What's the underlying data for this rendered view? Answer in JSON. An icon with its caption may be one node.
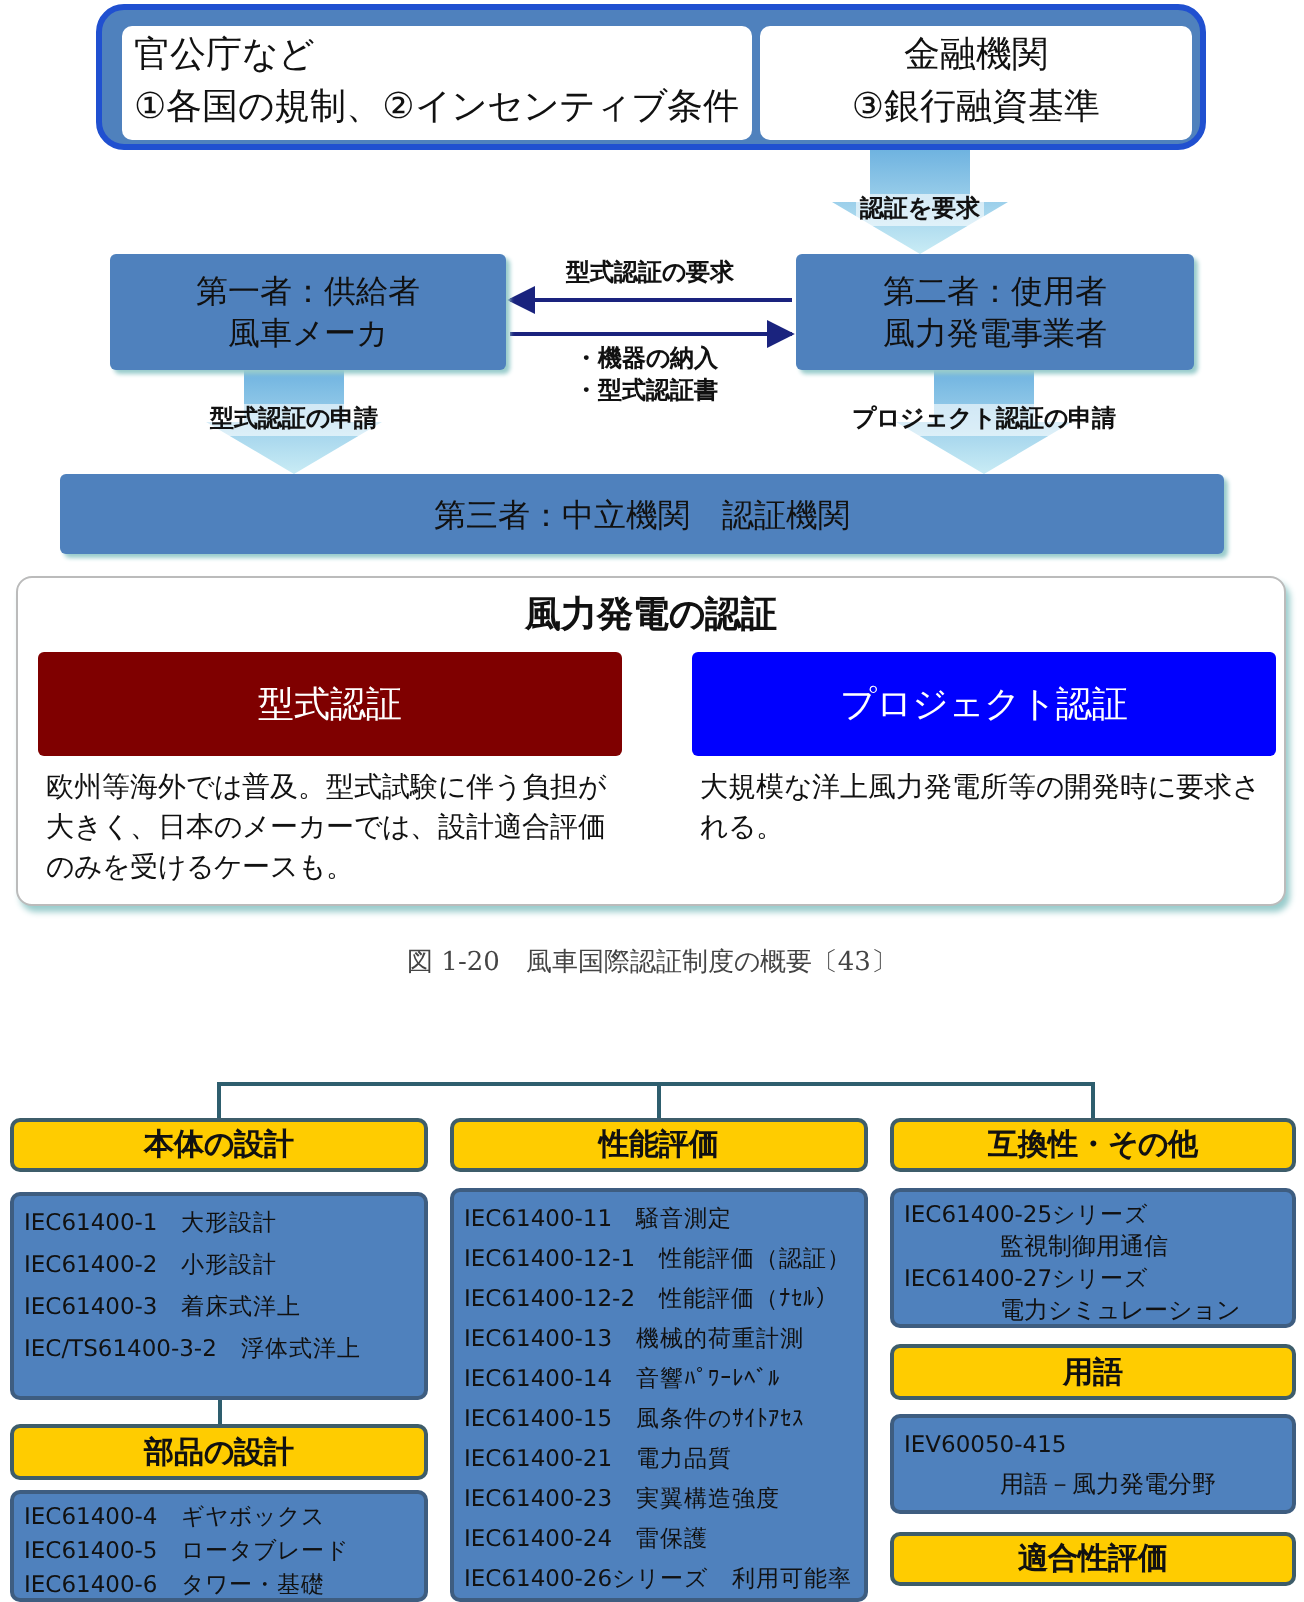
{
  "diagram": {
    "caption": "図 1-20　風車国際認証制度の概要〔43〕",
    "nodes": [
      {
        "text": [],
        "shape": "box"
      },
      {
        "text": [
          "官公庁など",
          "①各国の規制、②インセンティブ条件"
        ],
        "in": 0
      },
      {
        "text": [
          "金融機関",
          "③銀行融資基準"
        ],
        "in": 0
      },
      {
        "text": [
          "第一者：供給者",
          "風車メーカ"
        ]
      },
      {
        "text": [
          "第二者：使用者",
          "風力発電事業者"
        ]
      },
      {
        "text": [
          "第三者：中立機関　認証機関"
        ]
      },
      {
        "text": [
          "風力発電の認証"
        ]
      },
      {
        "text": [
          "型式認証"
        ],
        "in": 6,
        "beside": [
          "欧州等海外では普及。型式試験に伴う負担が大きく、日本のメーカーでは、設計適合評価のみを受けるケースも。"
        ]
      },
      {
        "text": [
          "プロジェクト認証"
        ],
        "in": 6,
        "beside": [
          "大規模な洋上風力発電所等の開発時に要求される。"
        ]
      },
      {
        "text": [
          "本体の設計"
        ]
      },
      {
        "text": [
          "IEC61400-1　大形設計",
          "IEC61400-2　小形設計",
          "IEC61400-3　着床式洋上",
          "IEC/TS61400-3-2　浮体式洋上"
        ]
      },
      {
        "text": [
          "部品の設計"
        ]
      },
      {
        "text": [
          "IEC61400-4　ギヤボックス",
          "IEC61400-5　ロータブレード",
          "IEC61400-6　タワー・基礎"
        ]
      },
      {
        "text": [
          "性能評価"
        ]
      },
      {
        "text": [
          "IEC61400-11　騒音測定",
          "IEC61400-12-1　性能評価（認証）",
          "IEC61400-12-2　性能評価（ﾅｾﾙ）",
          "IEC61400-13　機械的荷重計測",
          "IEC61400-14　音響ﾊﾟﾜｰﾚﾍﾞﾙ",
          "IEC61400-15　風条件のｻｲﾄｱｾｽ",
          "IEC61400-21　電力品質",
          "IEC61400-23　実翼構造強度",
          "IEC61400-24　雷保護",
          "IEC61400-26シリーズ　利用可能率"
        ]
      },
      {
        "text": [
          "互換性・その他"
        ]
      },
      {
        "text": [
          "IEC61400-25シリーズ",
          "監視制御用通信",
          "IEC61400-27シリーズ",
          "電力シミュレーション"
        ]
      },
      {
        "text": [
          "用語"
        ]
      },
      {
        "text": [
          "IEV60050-415",
          "用語－風力発電分野"
        ]
      },
      {
        "text": [
          "適合性評価"
        ]
      }
    ],
    "edges": [
      {
        "from": 0,
        "to": 4,
        "arrow": "to",
        "label": "認証を要求",
        "style": "thick",
        "color": "#6fb3e0"
      },
      {
        "from": 4,
        "to": 3,
        "arrow": "to",
        "label": "型式認証の要求"
      },
      {
        "from": 3,
        "to": 4,
        "arrow": "to",
        "label": "・機器の納入・型式認証書"
      },
      {
        "from": 3,
        "to": 5,
        "arrow": "to",
        "label": "型式認証の申請",
        "style": "thick",
        "color": "#6fb3e0"
      },
      {
        "from": 4,
        "to": 5,
        "arrow": "to",
        "label": "プロジェクト認証の申請",
        "style": "thick",
        "color": "#6fb3e0"
      },
      {
        "from": null,
        "to": 9,
        "arrow": "none",
        "color": "#2e5e6e"
      },
      {
        "from": null,
        "to": 13,
        "arrow": "none",
        "color": "#2e5e6e"
      },
      {
        "from": null,
        "to": 15,
        "arrow": "none",
        "color": "#2e5e6e"
      },
      {
        "from": 10,
        "to": 11,
        "arrow": "none",
        "color": "#2e5e6e"
      }
    ]
  }
}
